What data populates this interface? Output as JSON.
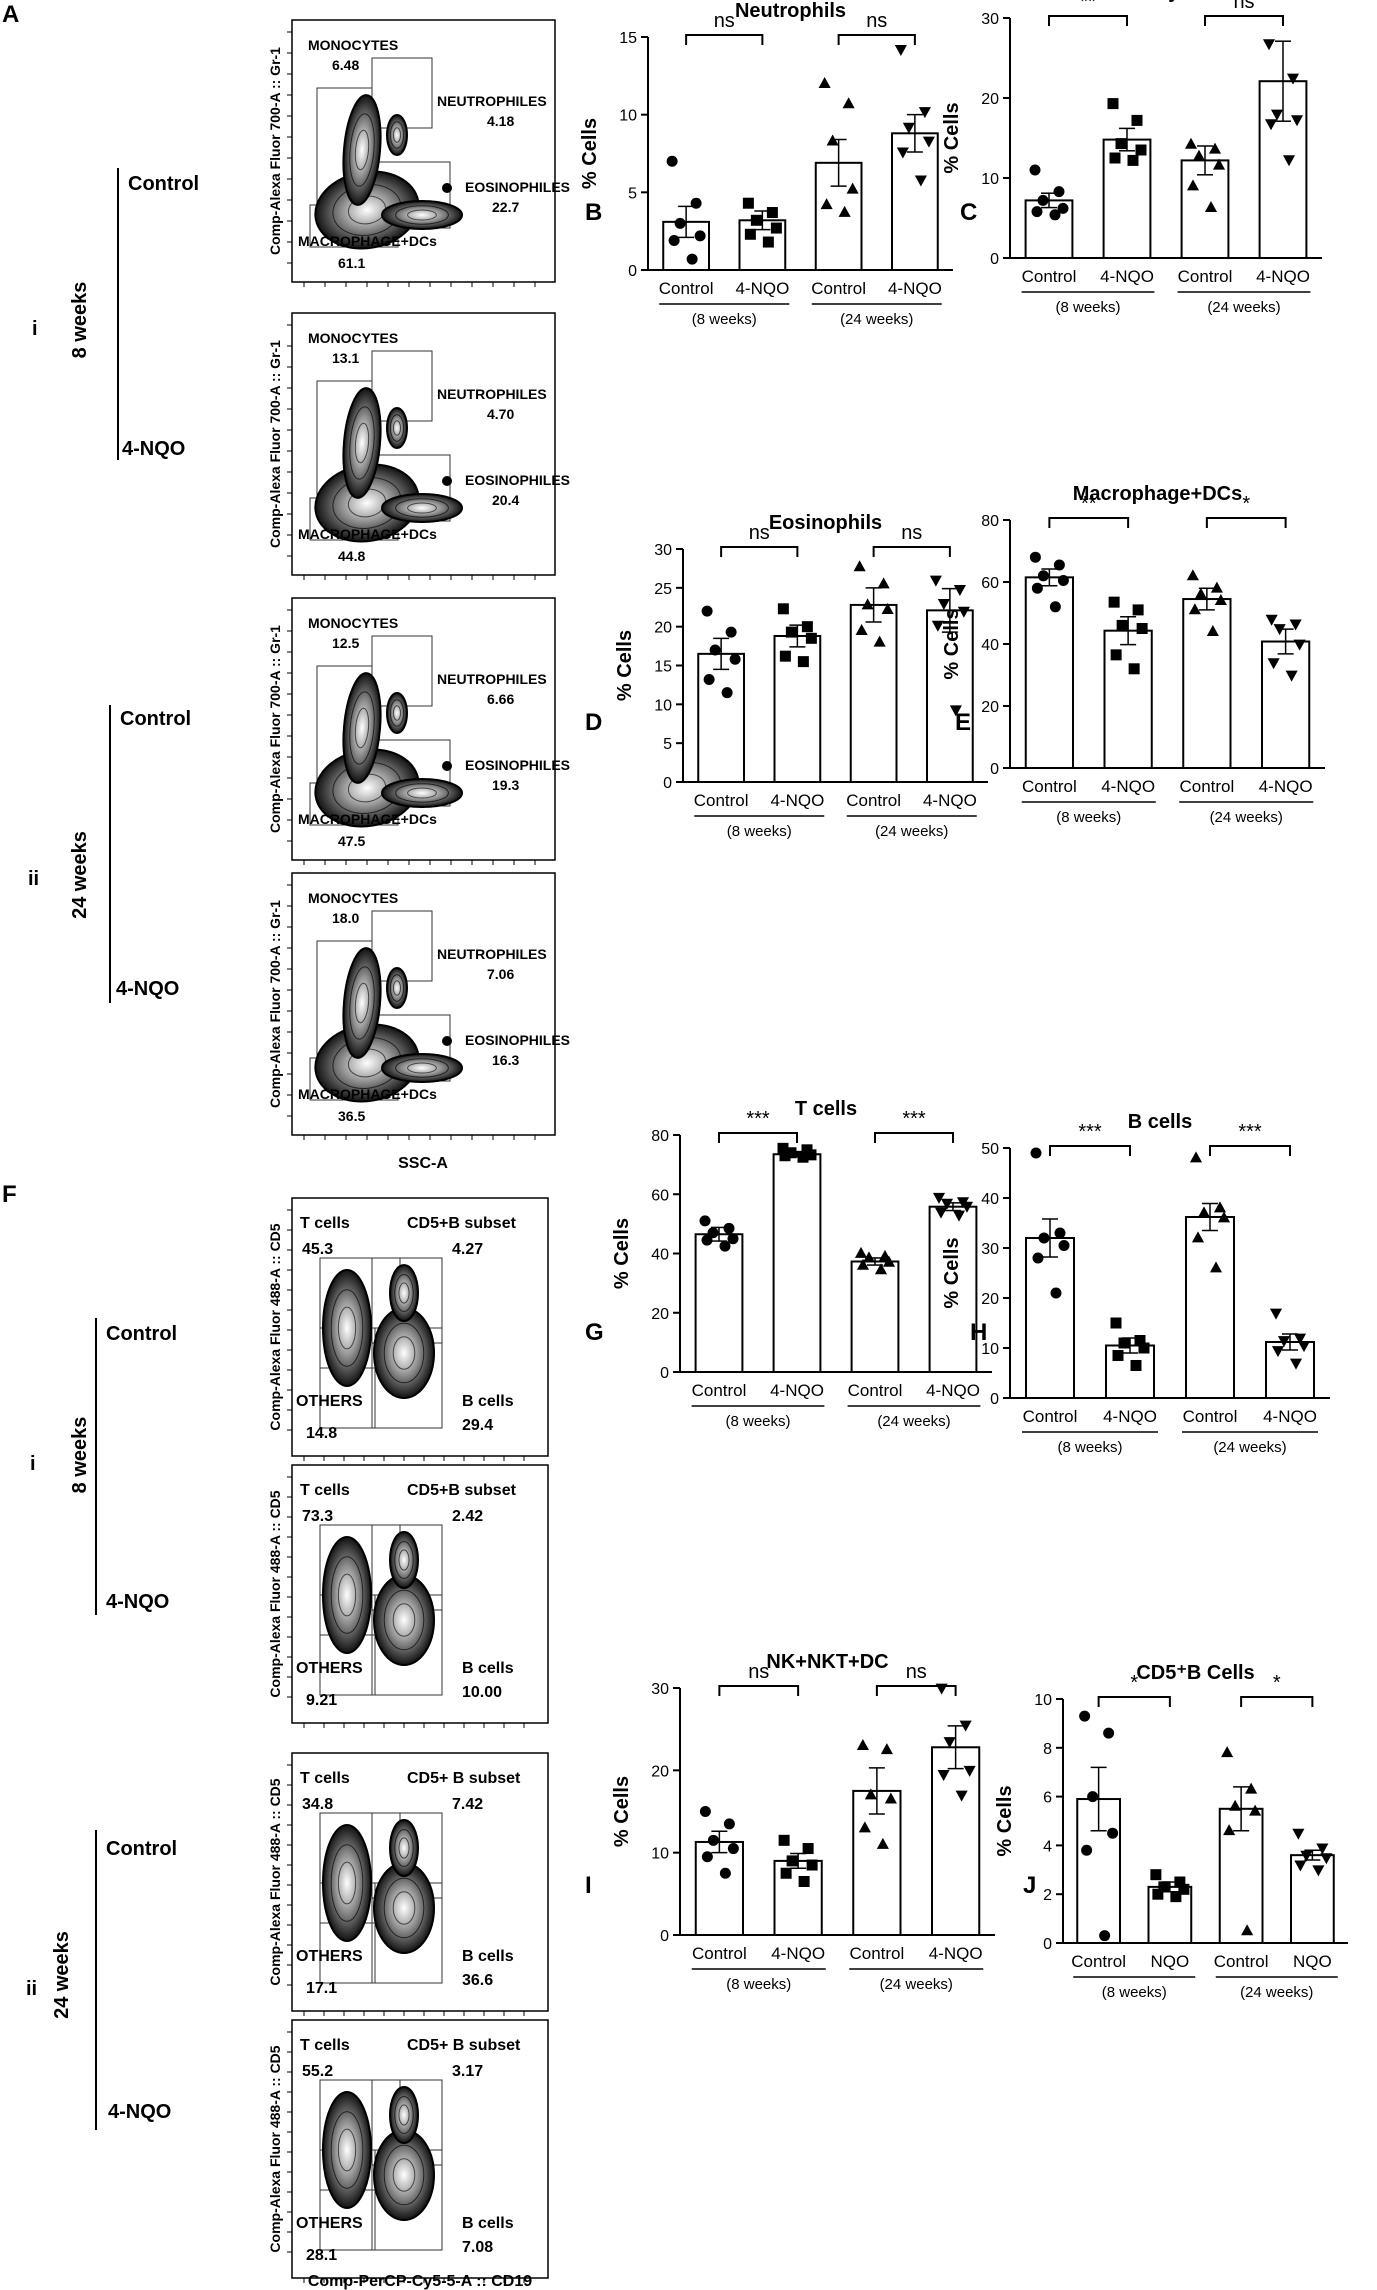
{
  "figure": {
    "panel_letters": [
      "A",
      "F"
    ],
    "row_labels": [
      "i",
      "ii",
      "i",
      "ii"
    ],
    "timepoints": [
      "8 weeks",
      "24 weeks",
      "8 weeks",
      "24 weeks"
    ],
    "conditions": [
      "Control",
      "4-NQO",
      "Control",
      "4-NQO",
      "Control",
      "4-NQO",
      "Control",
      "4-NQO"
    ]
  },
  "flow_a": {
    "y_axis": "Comp-Alexa Fluor 700-A :: Gr-1",
    "x_axis": "SSC-A",
    "plots": [
      {
        "gates": [
          {
            "label": "MONOCYTES",
            "value": "6.48"
          },
          {
            "label": "NEUTROPHILES",
            "value": "4.18"
          },
          {
            "label": "EOSINOPHILES",
            "value": "22.7"
          },
          {
            "label": "MACROPHAGE+DCs",
            "value": "61.1"
          }
        ]
      },
      {
        "gates": [
          {
            "label": "MONOCYTES",
            "value": "13.1"
          },
          {
            "label": "NEUTROPHILES",
            "value": "4.70"
          },
          {
            "label": "EOSINOPHILES",
            "value": "20.4"
          },
          {
            "label": "MACROPHAGE+DCs",
            "value": "44.8"
          }
        ]
      },
      {
        "gates": [
          {
            "label": "MONOCYTES",
            "value": "12.5"
          },
          {
            "label": "NEUTROPHILES",
            "value": "6.66"
          },
          {
            "label": "EOSINOPHILES",
            "value": "19.3"
          },
          {
            "label": "MACROPHAGE+DCs",
            "value": "47.5"
          }
        ]
      },
      {
        "gates": [
          {
            "label": "MONOCYTES",
            "value": "18.0"
          },
          {
            "label": "NEUTROPHILES",
            "value": "7.06"
          },
          {
            "label": "EOSINOPHILES",
            "value": "16.3"
          },
          {
            "label": "MACROPHAGE+DCs",
            "value": "36.5"
          }
        ]
      }
    ]
  },
  "flow_f": {
    "y_axis": "Comp-Alexa Fluor 488-A :: CD5",
    "x_axis": "Comp-PerCP-Cy5-5-A :: CD19",
    "plots": [
      {
        "gates": [
          {
            "label": "T cells",
            "value": "45.3"
          },
          {
            "label": "CD5+B subset",
            "value": "4.27"
          },
          {
            "label": "OTHERS",
            "value": "14.8"
          },
          {
            "label": "B cells",
            "value": "29.4"
          }
        ]
      },
      {
        "gates": [
          {
            "label": "T cells",
            "value": "73.3"
          },
          {
            "label": "CD5+B subset",
            "value": "2.42"
          },
          {
            "label": "OTHERS",
            "value": "9.21"
          },
          {
            "label": "B cells",
            "value": "10.00"
          }
        ]
      },
      {
        "gates": [
          {
            "label": "T cells",
            "value": "34.8"
          },
          {
            "label": "CD5+ B subset",
            "value": "7.42"
          },
          {
            "label": "OTHERS",
            "value": "17.1"
          },
          {
            "label": "B cells",
            "value": "36.6"
          }
        ]
      },
      {
        "gates": [
          {
            "label": "T cells",
            "value": "55.2"
          },
          {
            "label": "CD5+ B subset",
            "value": "3.17"
          },
          {
            "label": "OTHERS",
            "value": "28.1"
          },
          {
            "label": "B cells",
            "value": "7.08"
          }
        ]
      }
    ]
  },
  "chart_data": [
    {
      "letter": "B",
      "type": "bar",
      "title": "Neutrophils",
      "ylabel": "% Cells",
      "ylim": [
        0,
        15
      ],
      "yticks": [
        0,
        5,
        10,
        15
      ],
      "categories": [
        "Control",
        "4-NQO",
        "Control",
        "4-NQO"
      ],
      "groups": [
        "(8 weeks)",
        "(24 weeks)"
      ],
      "values": [
        3.1,
        3.2,
        6.9,
        8.8
      ],
      "sem": [
        1.0,
        0.6,
        1.5,
        1.2
      ],
      "markers": [
        "circle",
        "square",
        "triangle",
        "triangle-down"
      ],
      "points": [
        [
          7.0,
          4.3,
          3.0,
          2.2,
          1.9,
          0.7
        ],
        [
          4.3,
          3.7,
          3.2,
          2.7,
          2.3,
          1.8
        ],
        [
          12.0,
          10.7,
          8.3,
          5.2,
          4.2,
          3.7
        ],
        [
          14.2,
          10.2,
          9.2,
          8.3,
          7.6,
          5.8
        ]
      ],
      "significance": [
        {
          "pair": [
            0,
            1
          ],
          "label": "ns"
        },
        {
          "pair": [
            2,
            3
          ],
          "label": "ns"
        }
      ]
    },
    {
      "letter": "C",
      "type": "bar",
      "title": "Monocytes",
      "ylabel": "% Cells",
      "ylim": [
        0,
        30
      ],
      "yticks": [
        0,
        10,
        20,
        30
      ],
      "categories": [
        "Control",
        "4-NQO",
        "Control",
        "4-NQO"
      ],
      "groups": [
        "(8 weeks)",
        "(24 weeks)"
      ],
      "values": [
        7.2,
        14.8,
        12.2,
        22.1
      ],
      "sem": [
        0.9,
        1.4,
        1.8,
        5.0
      ],
      "markers": [
        "circle",
        "square",
        "triangle",
        "triangle-down"
      ],
      "points": [
        [
          11.0,
          8.3,
          7.2,
          6.2,
          5.8,
          5.4
        ],
        [
          19.3,
          17.2,
          14.3,
          13.5,
          12.5,
          12.2
        ],
        [
          14.2,
          13.6,
          12.7,
          11.6,
          9.0,
          6.3
        ],
        [
          26.8,
          22.5,
          18.0,
          17.3,
          16.8,
          12.3
        ]
      ],
      "significance": [
        {
          "pair": [
            0,
            1
          ],
          "label": "**"
        },
        {
          "pair": [
            2,
            3
          ],
          "label": "ns"
        }
      ]
    },
    {
      "letter": "D",
      "type": "bar",
      "title": "Eosinophils",
      "ylabel": "% Cells",
      "ylim": [
        0,
        30
      ],
      "yticks": [
        0,
        5,
        10,
        15,
        20,
        25,
        30
      ],
      "categories": [
        "Control",
        "4-NQO",
        "Control",
        "4-NQO"
      ],
      "groups": [
        "(8 weeks)",
        "(24 weeks)"
      ],
      "values": [
        16.5,
        18.8,
        22.8,
        22.1
      ],
      "sem": [
        2.0,
        1.4,
        2.2,
        2.8
      ],
      "markers": [
        "circle",
        "square",
        "triangle",
        "triangle-down"
      ],
      "points": [
        [
          22.0,
          19.3,
          17.0,
          15.8,
          13.2,
          11.5
        ],
        [
          22.3,
          20.0,
          19.3,
          18.5,
          16.2,
          15.5
        ],
        [
          27.7,
          25.5,
          22.8,
          22.2,
          19.5,
          18.0
        ],
        [
          26.0,
          24.8,
          23.0,
          22.0,
          20.2,
          9.3
        ]
      ],
      "significance": [
        {
          "pair": [
            0,
            1
          ],
          "label": "ns"
        },
        {
          "pair": [
            2,
            3
          ],
          "label": "ns"
        }
      ]
    },
    {
      "letter": "E",
      "type": "bar",
      "title": "Macrophage+DCs",
      "ylabel": "% Cells",
      "ylim": [
        0,
        80
      ],
      "yticks": [
        0,
        20,
        40,
        60,
        80
      ],
      "categories": [
        "Control",
        "4-NQO",
        "Control",
        "4-NQO"
      ],
      "groups": [
        "(8 weeks)",
        "(24 weeks)"
      ],
      "values": [
        61.5,
        44.3,
        54.5,
        40.8
      ],
      "sem": [
        2.7,
        4.5,
        3.5,
        4.0
      ],
      "markers": [
        "circle",
        "square",
        "triangle",
        "triangle-down"
      ],
      "points": [
        [
          68.0,
          65.5,
          62.0,
          60.5,
          58.0,
          52.0
        ],
        [
          53.5,
          51.0,
          46.0,
          45.0,
          36.5,
          32.0
        ],
        [
          62.0,
          58.0,
          56.0,
          54.0,
          51.0,
          44.0
        ],
        [
          48.0,
          46.5,
          45.0,
          40.0,
          34.0,
          30.0
        ]
      ],
      "significance": [
        {
          "pair": [
            0,
            1
          ],
          "label": "**"
        },
        {
          "pair": [
            2,
            3
          ],
          "label": "*"
        }
      ]
    },
    {
      "letter": "G",
      "type": "bar",
      "title": "T cells",
      "ylabel": "% Cells",
      "ylim": [
        0,
        80
      ],
      "yticks": [
        0,
        20,
        40,
        60,
        80
      ],
      "categories": [
        "Control",
        "4-NQO",
        "Control",
        "4-NQO"
      ],
      "groups": [
        "(8 weeks)",
        "(24 weeks)"
      ],
      "values": [
        46.5,
        73.5,
        37.3,
        55.8
      ],
      "sem": [
        2.3,
        0.9,
        1.2,
        1.3
      ],
      "markers": [
        "circle",
        "square",
        "triangle",
        "triangle-down"
      ],
      "points": [
        [
          51.0,
          48.5,
          47.0,
          45.0,
          44.5,
          42.5
        ],
        [
          75.5,
          75.0,
          74.0,
          73.3,
          73.0,
          72.5
        ],
        [
          40.0,
          39.0,
          38.5,
          37.0,
          36.0,
          34.5
        ],
        [
          59.0,
          57.5,
          57.0,
          56.0,
          54.0,
          53.0
        ]
      ],
      "significance": [
        {
          "pair": [
            0,
            1
          ],
          "label": "***"
        },
        {
          "pair": [
            2,
            3
          ],
          "label": "***"
        }
      ]
    },
    {
      "letter": "H",
      "type": "bar",
      "title": "B cells",
      "ylabel": "% Cells",
      "ylim": [
        0,
        50
      ],
      "yticks": [
        0,
        10,
        20,
        30,
        40,
        50
      ],
      "categories": [
        "Control",
        "4-NQO",
        "Control",
        "4-NQO"
      ],
      "groups": [
        "(8 weeks)",
        "(24 weeks)"
      ],
      "values": [
        32.0,
        10.5,
        36.2,
        11.2
      ],
      "sem": [
        3.8,
        1.5,
        2.7,
        1.6
      ],
      "markers": [
        "circle",
        "square",
        "triangle",
        "triangle-down"
      ],
      "points": [
        [
          49.0,
          33.0,
          32.0,
          30.5,
          28.0,
          21.0
        ],
        [
          15.0,
          11.5,
          11.0,
          10.0,
          8.5,
          6.5
        ],
        [
          48.0,
          38.0,
          37.0,
          36.0,
          32.0,
          26.0
        ],
        [
          17.0,
          12.0,
          11.5,
          10.5,
          9.5,
          7.0
        ]
      ],
      "significance": [
        {
          "pair": [
            0,
            1
          ],
          "label": "***"
        },
        {
          "pair": [
            2,
            3
          ],
          "label": "***"
        }
      ]
    },
    {
      "letter": "I",
      "type": "bar",
      "title": "NK+NKT+DC",
      "ylabel": "% Cells",
      "ylim": [
        0,
        30
      ],
      "yticks": [
        0,
        10,
        20,
        30
      ],
      "categories": [
        "Control",
        "4-NQO",
        "Control",
        "4-NQO"
      ],
      "groups": [
        "(8 weeks)",
        "(24 weeks)"
      ],
      "values": [
        11.3,
        9.0,
        17.5,
        22.8
      ],
      "sem": [
        1.3,
        0.9,
        2.8,
        2.6
      ],
      "markers": [
        "circle",
        "square",
        "triangle",
        "triangle-down"
      ],
      "points": [
        [
          15.0,
          13.5,
          11.5,
          10.5,
          9.5,
          7.5
        ],
        [
          11.5,
          10.5,
          9.0,
          8.5,
          7.5,
          6.5
        ],
        [
          23.0,
          22.5,
          17.0,
          16.5,
          13.0,
          11.0
        ],
        [
          30.0,
          25.5,
          23.5,
          20.0,
          19.5,
          17.0
        ]
      ],
      "significance": [
        {
          "pair": [
            0,
            1
          ],
          "label": "ns"
        },
        {
          "pair": [
            2,
            3
          ],
          "label": "ns"
        }
      ]
    },
    {
      "letter": "J",
      "type": "bar",
      "title": "CD5⁺B Cells",
      "ylabel": "% Cells",
      "ylim": [
        0,
        10
      ],
      "yticks": [
        0,
        2,
        4,
        6,
        8,
        10
      ],
      "categories": [
        "Control",
        "NQO",
        "Control",
        "NQO"
      ],
      "groups": [
        "(8 weeks)",
        "(24 weeks)"
      ],
      "values": [
        5.9,
        2.3,
        5.5,
        3.6
      ],
      "sem": [
        1.3,
        0.2,
        0.9,
        0.2
      ],
      "markers": [
        "circle",
        "square",
        "triangle",
        "triangle-down"
      ],
      "points": [
        [
          9.3,
          8.6,
          6.0,
          4.5,
          3.8,
          0.3
        ],
        [
          2.8,
          2.5,
          2.3,
          2.2,
          2.0,
          1.9
        ],
        [
          7.8,
          6.3,
          5.6,
          5.4,
          4.6,
          0.5
        ],
        [
          4.5,
          3.9,
          3.6,
          3.5,
          3.2,
          3.0
        ]
      ],
      "significance": [
        {
          "pair": [
            0,
            1
          ],
          "label": "*"
        },
        {
          "pair": [
            2,
            3
          ],
          "label": "*"
        }
      ]
    }
  ]
}
